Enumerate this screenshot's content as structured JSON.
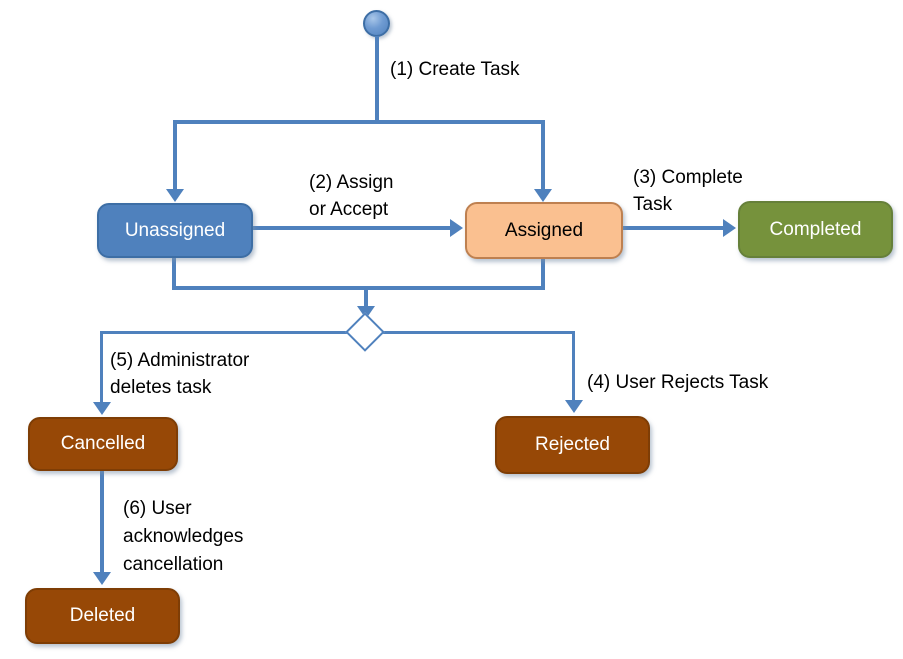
{
  "diagram": {
    "type": "task-lifecycle-state-flowchart",
    "background_color": "#FFFFFF",
    "connector_color": "#4F81BD",
    "label_text_color": "#000000",
    "nodes": {
      "start": {
        "shape": "initial-circle",
        "fill": "#5B8DC9"
      },
      "decision": {
        "shape": "diamond",
        "fill": "#FFFFFF",
        "border": "#4F81BD"
      },
      "unassigned": {
        "label": "Unassigned",
        "fill": "#4F81BD",
        "text_color": "#FFFFFF"
      },
      "assigned": {
        "label": "Assigned",
        "fill": "#FAC090",
        "text_color": "#000000"
      },
      "completed": {
        "label": "Completed",
        "fill": "#76923C",
        "text_color": "#FFFFFF"
      },
      "cancelled": {
        "label": "Cancelled",
        "fill": "#974806",
        "text_color": "#FFFFFF"
      },
      "rejected": {
        "label": "Rejected",
        "fill": "#974806",
        "text_color": "#FFFFFF"
      },
      "deleted": {
        "label": "Deleted",
        "fill": "#974806",
        "text_color": "#FFFFFF"
      }
    },
    "edges": [
      {
        "label": "(1) Create Task",
        "from": "start",
        "to": "unassigned, assigned"
      },
      {
        "label": "(2) Assign\nor Accept",
        "from": "unassigned",
        "to": "assigned"
      },
      {
        "label": "(3) Complete\nTask",
        "from": "assigned",
        "to": "completed"
      },
      {
        "label": "(4) User Rejects Task",
        "from": "decision",
        "to": "rejected"
      },
      {
        "label": "(5) Administrator\ndeletes task",
        "from": "decision",
        "to": "cancelled"
      },
      {
        "label": "(6) User\nacknowledges\ncancellation",
        "from": "cancelled",
        "to": "deleted"
      }
    ]
  }
}
